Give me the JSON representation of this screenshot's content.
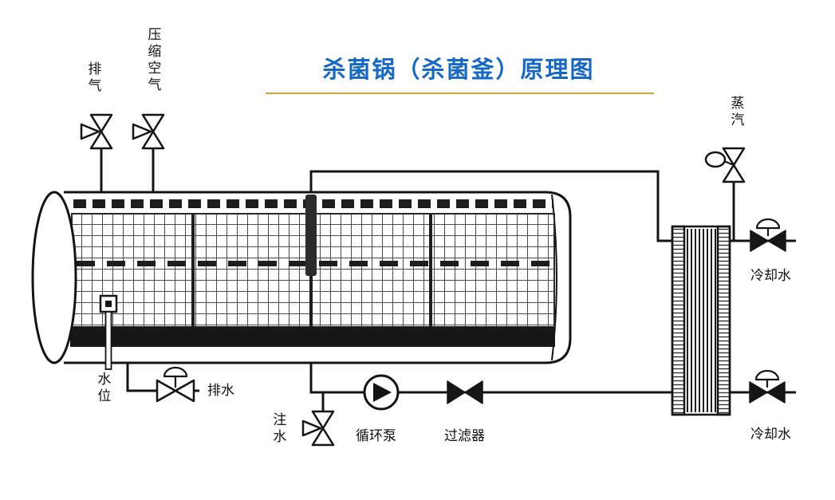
{
  "title": "杀菌锅（杀菌釜）原理图",
  "labels": {
    "exhaust": "排气",
    "compressed_air": "压缩空气",
    "steam": "蒸汽",
    "cooling_water_top": "冷却水",
    "cooling_water_bottom": "冷却水",
    "water_level": "水位",
    "drain": "排水",
    "water_inlet": "注水",
    "circulation_pump": "循环泵",
    "filter": "过滤器"
  },
  "colors": {
    "title_blue": "#1668c7",
    "underline_gold": "#d2a53c",
    "line_black": "#141414",
    "background": "#ffffff"
  }
}
